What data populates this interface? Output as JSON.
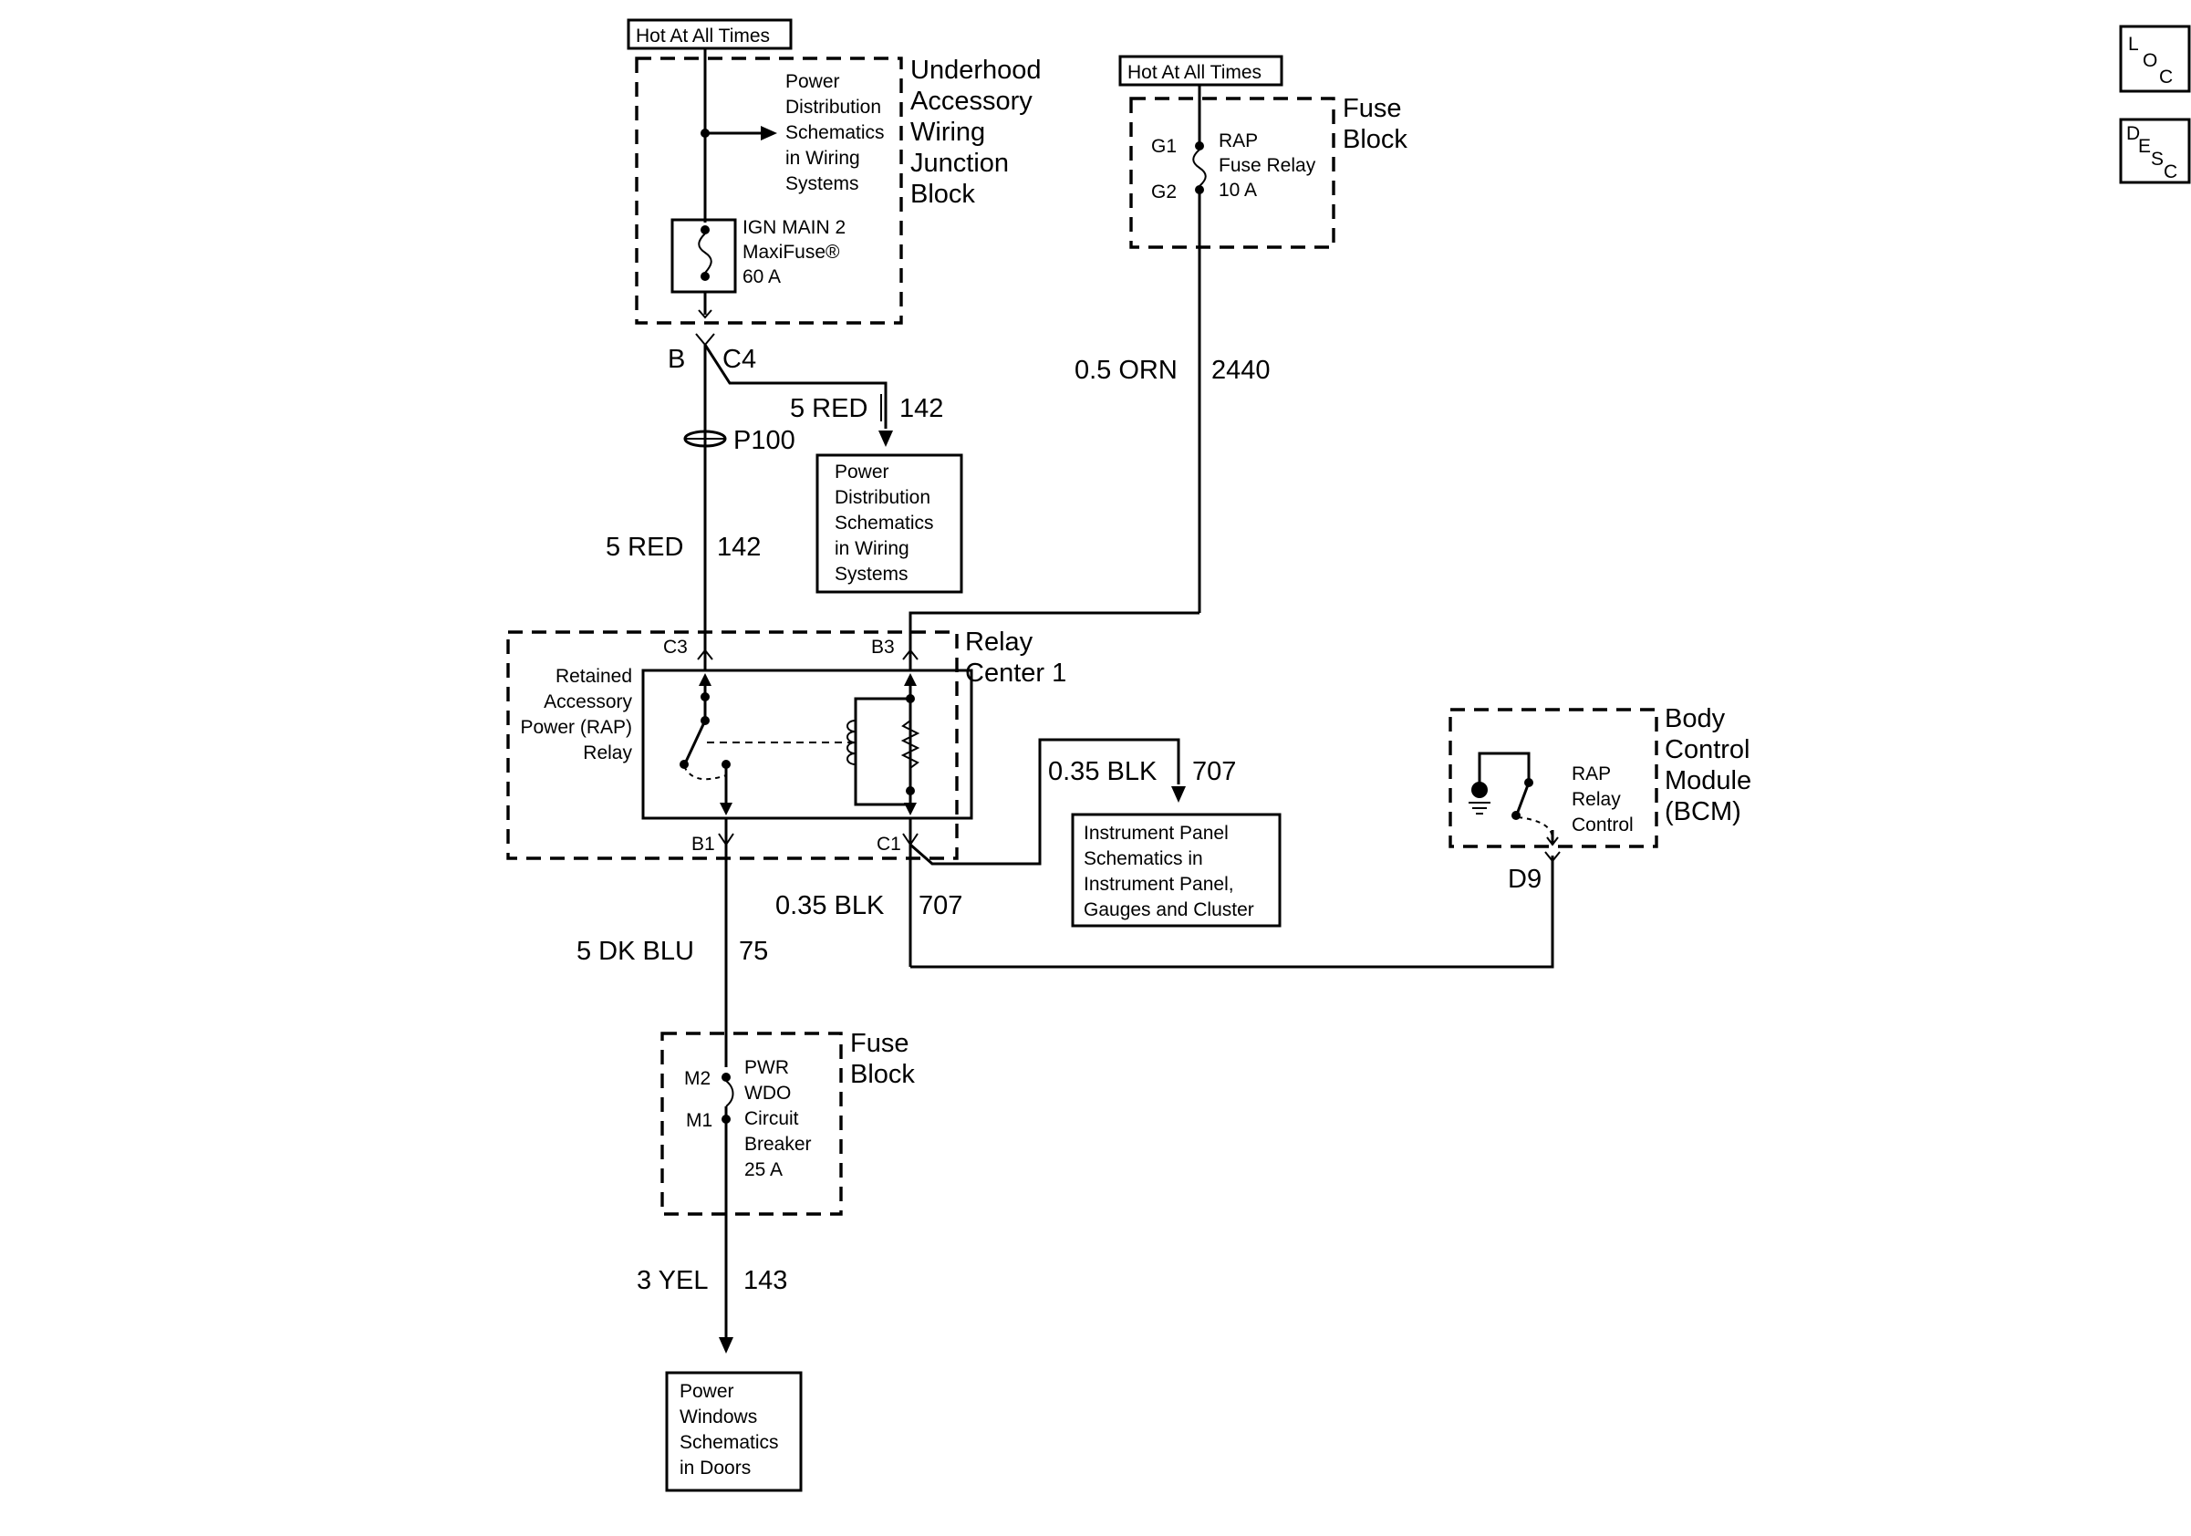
{
  "side_buttons": {
    "loc": "LOC",
    "desc": "DESC"
  },
  "blocks": {
    "hot1": "Hot At All Times",
    "hot2": "Hot At All Times",
    "uajb_title": [
      "Underhood",
      "Accessory",
      "Wiring",
      "Junction",
      "Block"
    ],
    "uajb_ref": [
      "Power",
      "Distribution",
      "Schematics",
      "in Wiring",
      "Systems"
    ],
    "maxifuse": [
      "IGN MAIN 2",
      "MaxiFuse®",
      "60 A"
    ],
    "fuseblock1_title": [
      "Fuse",
      "Block"
    ],
    "rap_fuse": [
      "RAP",
      "Fuse Relay",
      "10 A"
    ],
    "pd_box": [
      "Power",
      "Distribution",
      "Schematics",
      "in Wiring",
      "Systems"
    ],
    "relay_center_title": [
      "Relay",
      "Center 1"
    ],
    "rap_relay": [
      "Retained",
      "Accessory",
      "Power (RAP)",
      "Relay"
    ],
    "bcm_title": [
      "Body",
      "Control",
      "Module",
      "(BCM)"
    ],
    "bcm_rap": [
      "RAP",
      "Relay",
      "Control"
    ],
    "ip_box": [
      "Instrument Panel",
      "Schematics in",
      "Instrument Panel,",
      "Gauges and Cluster"
    ],
    "fuseblock2_title": [
      "Fuse",
      "Block"
    ],
    "pwr_wdo": [
      "PWR",
      "WDO",
      "Circuit",
      "Breaker",
      "25 A"
    ],
    "pw_box": [
      "Power",
      "Windows",
      "Schematics",
      "in Doors"
    ]
  },
  "pins": {
    "g1": "G1",
    "g2": "G2",
    "b": "B",
    "c4": "C4",
    "p100": "P100",
    "c3": "C3",
    "b3": "B3",
    "b1": "B1",
    "c1": "C1",
    "d9": "D9",
    "m2": "M2",
    "m1": "M1"
  },
  "wires": {
    "w_2440": {
      "gauge_color": "0.5 ORN",
      "circuit": "2440"
    },
    "w_142a": {
      "gauge_color": "5 RED",
      "circuit": "142"
    },
    "w_142b": {
      "gauge_color": "5 RED",
      "circuit": "142"
    },
    "w_707a": {
      "gauge_color": "0.35 BLK",
      "circuit": "707"
    },
    "w_707b": {
      "gauge_color": "0.35 BLK",
      "circuit": "707"
    },
    "w_75": {
      "gauge_color": "5  DK BLU",
      "circuit": "75"
    },
    "w_143": {
      "gauge_color": "3 YEL",
      "circuit": "143"
    }
  }
}
